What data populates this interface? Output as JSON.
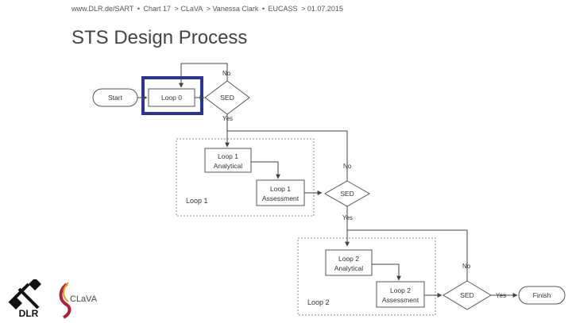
{
  "header": {
    "site": "www.DLR.de/SART",
    "sep1": "•",
    "chart": "Chart 17",
    "crumb1": "> CLaVA",
    "crumb2": "> Vanessa Clark",
    "sep2": "•",
    "crumb3": "EUCASS",
    "crumb4": "> 01.07.2015"
  },
  "title": "STS Design Process",
  "diagram": {
    "start": "Start",
    "loop0": "Loop 0",
    "sed1": "SED",
    "no1": "No",
    "yes1": "Yes",
    "loop1_analytical_line1": "Loop 1",
    "loop1_analytical_line2": "Analytical",
    "loop1_assessment_line1": "Loop 1",
    "loop1_assessment_line2": "Assessment",
    "group1_label": "Loop 1",
    "sed2": "SED",
    "no2": "No",
    "yes2": "Yes",
    "loop2_analytical_line1": "Loop 2",
    "loop2_analytical_line2": "Analytical",
    "loop2_assessment_line1": "Loop 2",
    "loop2_assessment_line2": "Assessment",
    "group2_label": "Loop 2",
    "sed3": "SED",
    "no3": "No",
    "yes3": "Yes",
    "finish": "Finish",
    "highlight_color": "#2b3590"
  },
  "logos": {
    "dlr": "DLR",
    "clava": "CLaVA"
  }
}
